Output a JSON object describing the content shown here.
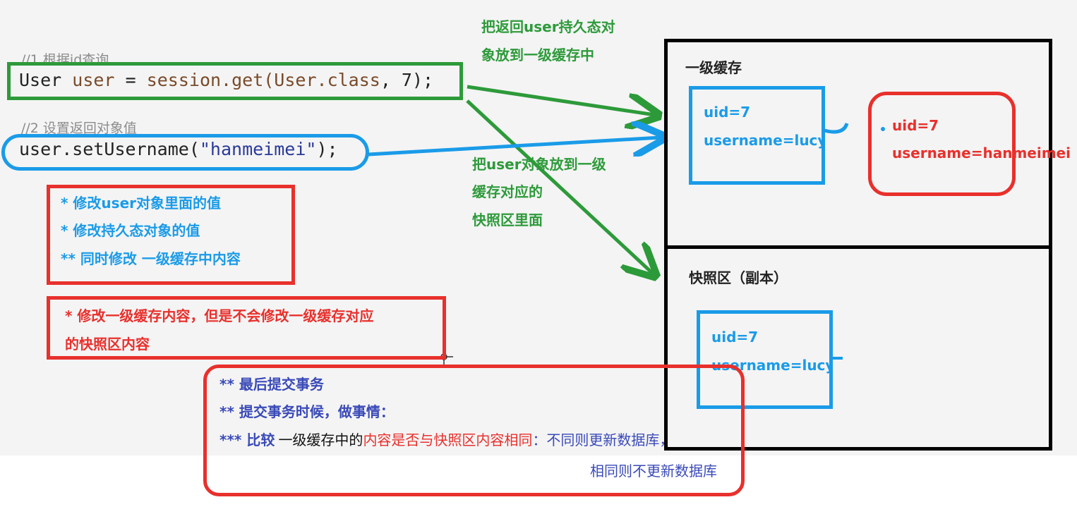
{
  "code": {
    "comment1": "//1 根据id查询",
    "line1": {
      "type": "User",
      "var": "user",
      "eq": "=",
      "call": "session.get(User.",
      "keyword": "class",
      "rest": ", 7);"
    },
    "comment2": "//2 设置返回对象值",
    "line2": {
      "prefix": "user.setUsername(",
      "string": "\"hanmeimei\"",
      "suffix": ");"
    }
  },
  "notes": {
    "blue_box": [
      "* 修改user对象里面的值",
      "* 修改持久态对象的值",
      "** 同时修改 一级缓存中内容"
    ],
    "red_box": [
      "* 修改一级缓存内容，但是不会修改一级缓存对应",
      "的快照区内容"
    ],
    "commit_box": {
      "line1": "** 最后提交事务",
      "line2": "** 提交事务时候，做事情：",
      "line3_a": "*** 比较",
      "line3_b": "一级缓存中的",
      "line3_c": "内容是否与快照区内容相同",
      "line3_d": "：不同则更新数据库，",
      "line4": "相同则不更新数据库"
    }
  },
  "arrows": {
    "label_top": [
      "把返回user持久态对",
      "象放到一级缓存中"
    ],
    "label_mid": [
      "把user对象放到一级",
      "缓存对应的",
      "快照区里面"
    ]
  },
  "cache": {
    "first_level_title": "一级缓存",
    "cache_obj": {
      "uid": "uid=7",
      "username": "username=lucy"
    },
    "modified_obj": {
      "uid": "uid=7",
      "username": "username=hanmeimei"
    },
    "snapshot_title": "快照区（副本）",
    "snapshot_obj": {
      "uid": "uid=7",
      "username": "username=lucy"
    }
  },
  "colors": {
    "green": "#2d9a3a",
    "blue": "#1a9be8",
    "red": "#e8302c",
    "navy": "#3a4ab8",
    "black": "#000000"
  }
}
